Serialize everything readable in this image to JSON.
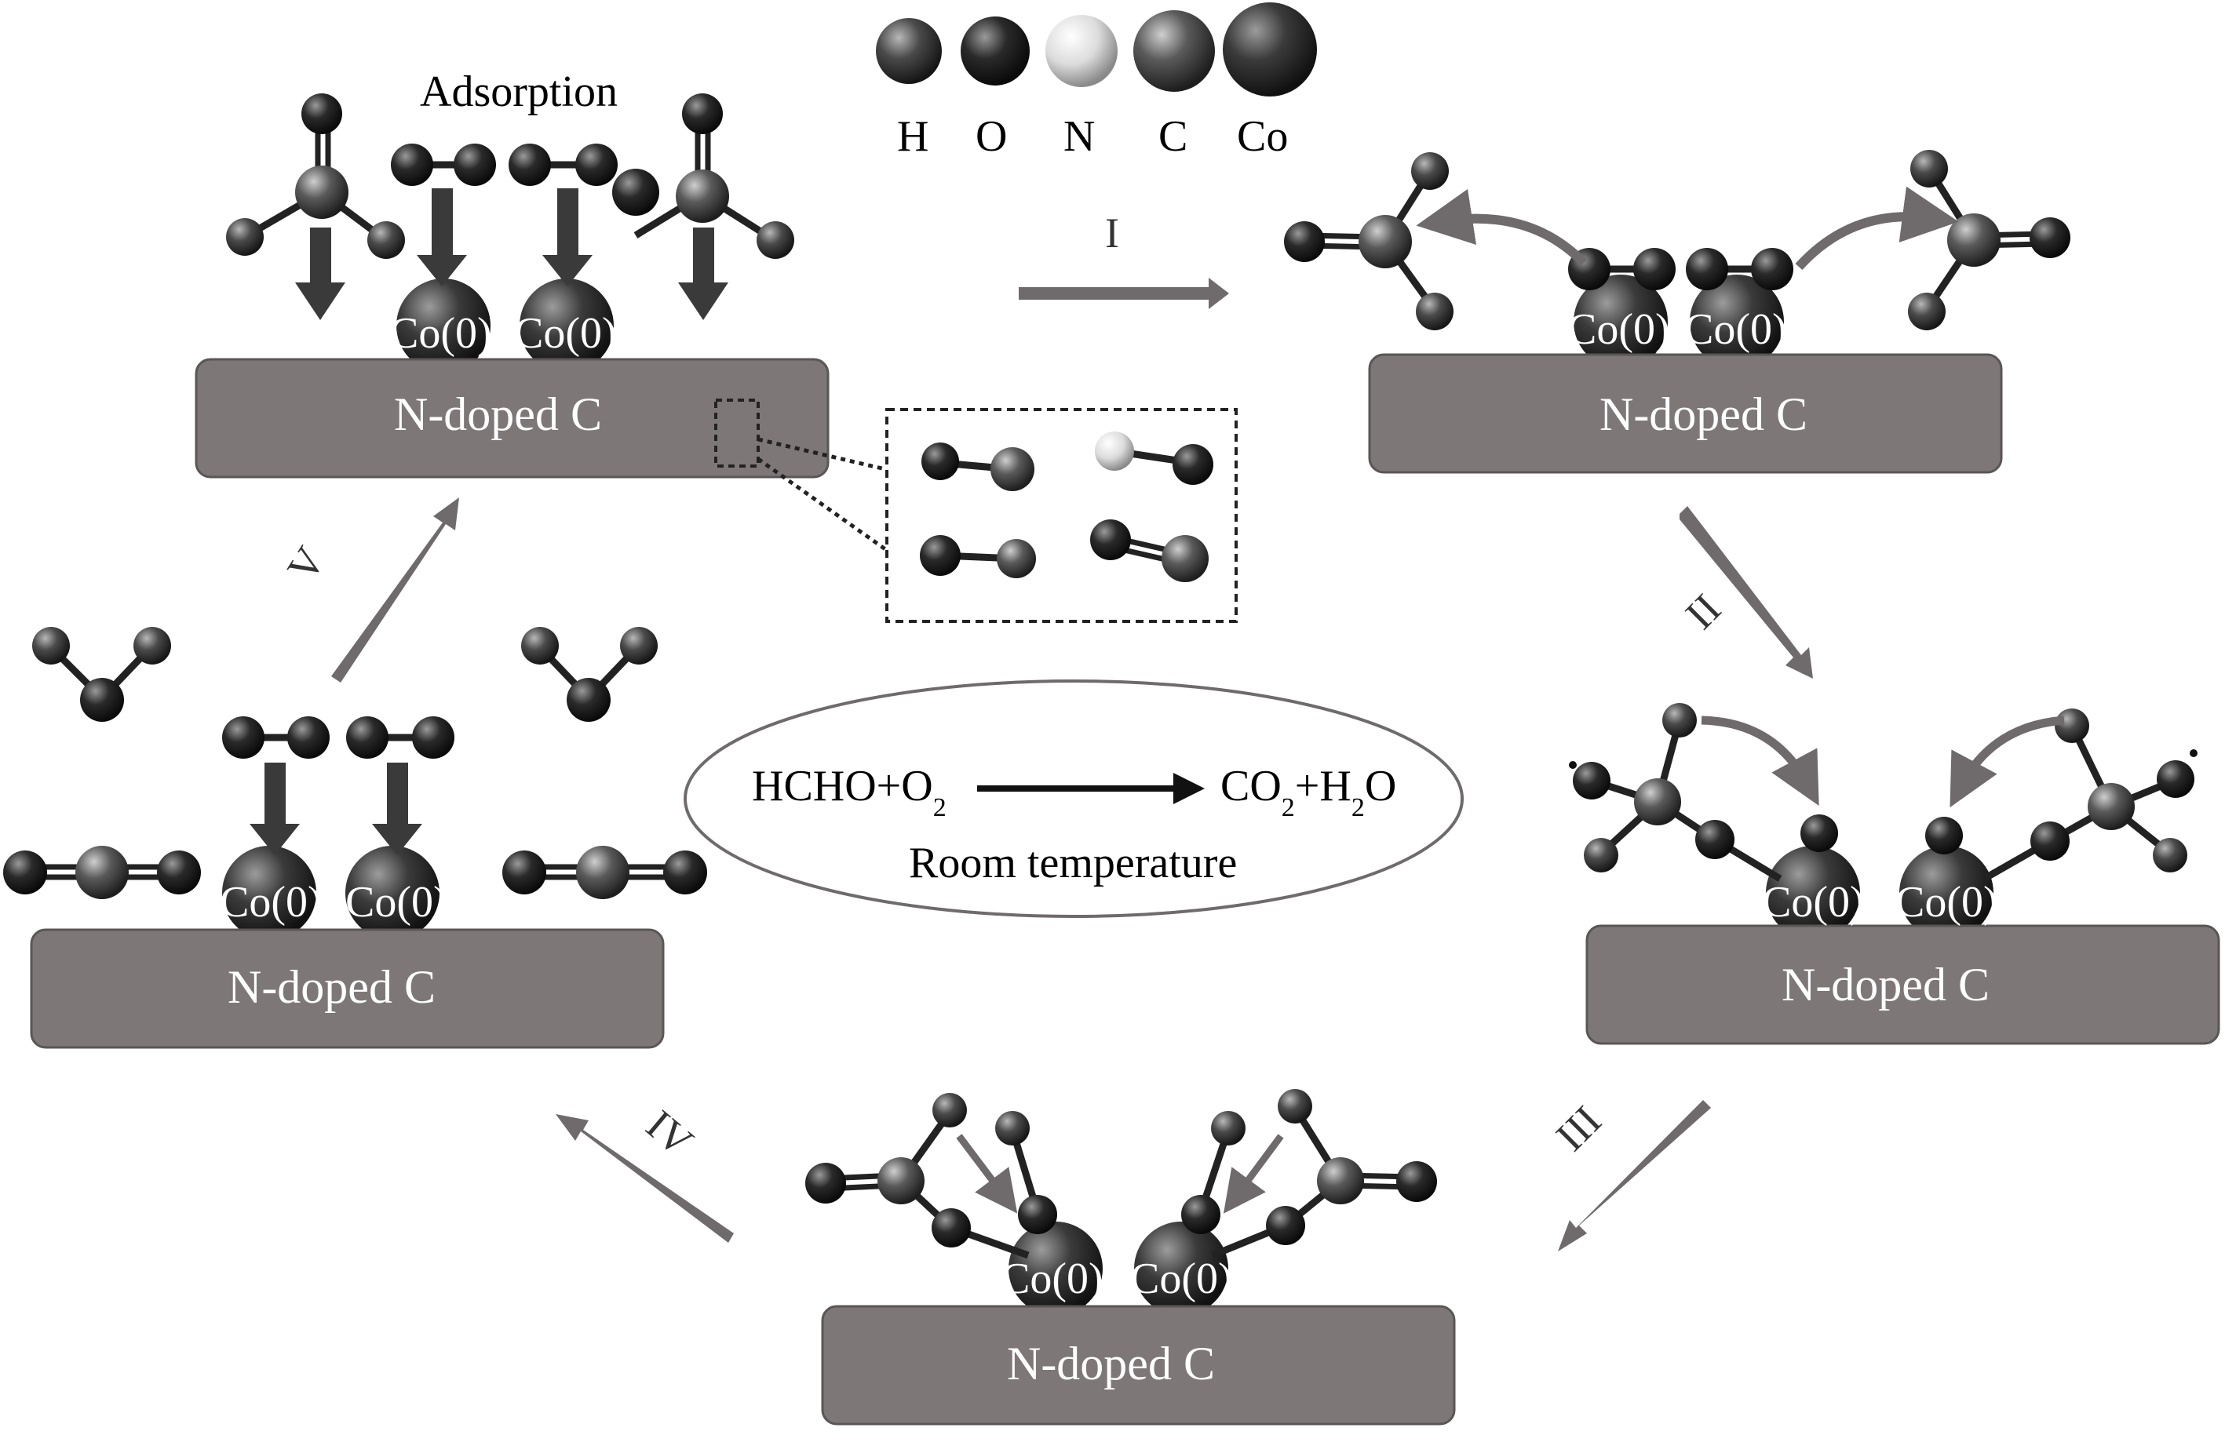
{
  "title": "Adsorption",
  "legend": {
    "items": [
      {
        "label": "H",
        "color": "#4a4a4a"
      },
      {
        "label": "O",
        "color": "#1e1e1e"
      },
      {
        "label": "N",
        "color": "#e8e8e8"
      },
      {
        "label": "C",
        "color": "#5a5a5a"
      },
      {
        "label": "Co",
        "color": "#3a3a3a"
      }
    ]
  },
  "surface_label": "N-doped C",
  "co_label": "Co(0)",
  "steps": {
    "s1": "I",
    "s2": "II",
    "s3": "III",
    "s4": "IV",
    "s5": "V"
  },
  "reaction": {
    "lhs_main": "HCHO+O",
    "lhs_sub": "2",
    "rhs_a": "CO",
    "rhs_sub1": "2",
    "rhs_b": "+H",
    "rhs_sub2": "2",
    "rhs_c": "O",
    "condition": "Room temperature"
  },
  "colors": {
    "surface": "#7d7778",
    "arrow": "#6f6a6b",
    "cobalt": "#3b3b3b",
    "oxygen": "#1e1e1e",
    "carbon": "#555555",
    "hydrogen": "#4a4a4a"
  }
}
